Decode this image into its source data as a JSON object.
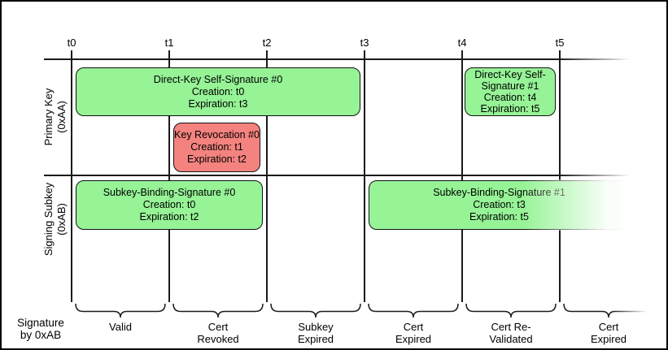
{
  "timeline": {
    "ticks": [
      "t0",
      "t1",
      "t2",
      "t3",
      "t4",
      "t5"
    ]
  },
  "rows": [
    {
      "label": "Primary Key",
      "sublabel": "(0xAA)"
    },
    {
      "label": "Signing Subkey",
      "sublabel": "(0xAB)"
    }
  ],
  "boxes": [
    {
      "title": "Direct-Key Self-Signature #0",
      "creation": "Creation: t0",
      "expiration": "Expiration: t3",
      "status": "valid"
    },
    {
      "title": "Key Revocation #0",
      "creation": "Creation: t1",
      "expiration": "Expiration: t2",
      "status": "revocation"
    },
    {
      "title": "Direct-Key Self-Signature #1",
      "creation": "Creation: t4",
      "expiration": "Expiration: t5",
      "status": "valid"
    },
    {
      "title": "Subkey-Binding-Signature #0",
      "creation": "Creation: t0",
      "expiration": "Expiration: t2",
      "status": "valid"
    },
    {
      "title": "Subkey-Binding-Signature #1",
      "creation": "Creation: t3",
      "expiration": "Expiration: t5",
      "status": "valid"
    }
  ],
  "bottom_axis": {
    "label_line1": "Signature",
    "label_line2": "by 0xAB",
    "phases": [
      {
        "label": "Valid"
      },
      {
        "label": "Cert Revoked"
      },
      {
        "label": "Subkey Expired"
      },
      {
        "label": "Cert Expired"
      },
      {
        "label": "Cert Re-Validated"
      },
      {
        "label": "Cert Expired"
      }
    ]
  },
  "colors": {
    "valid_fill": "#96F396",
    "revoked_fill": "#F4837F",
    "line": "#1A1A1A",
    "background": "#FFFFFF"
  }
}
